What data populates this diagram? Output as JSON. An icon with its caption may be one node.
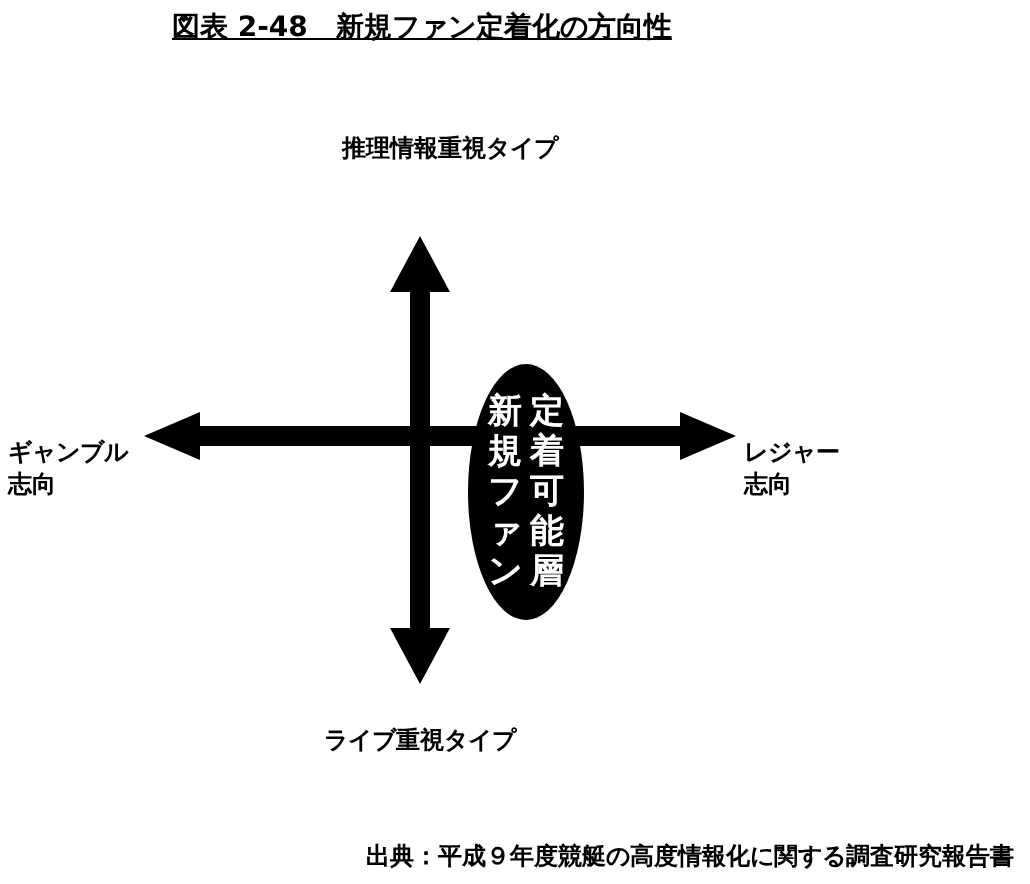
{
  "diagram": {
    "title": "図表 2-48　新規ファン定着化の方向性",
    "caption": "出典：平成９年度競艇の高度情報化に関する調査研究報告書",
    "nodes": [
      {
        "text": [
          "新規ファン",
          "定着可能層"
        ]
      }
    ],
    "labels": [
      "推理情報重視タイプ",
      "ギャンブル志向",
      "レジャー志向",
      "ライブ重視タイプ"
    ]
  }
}
